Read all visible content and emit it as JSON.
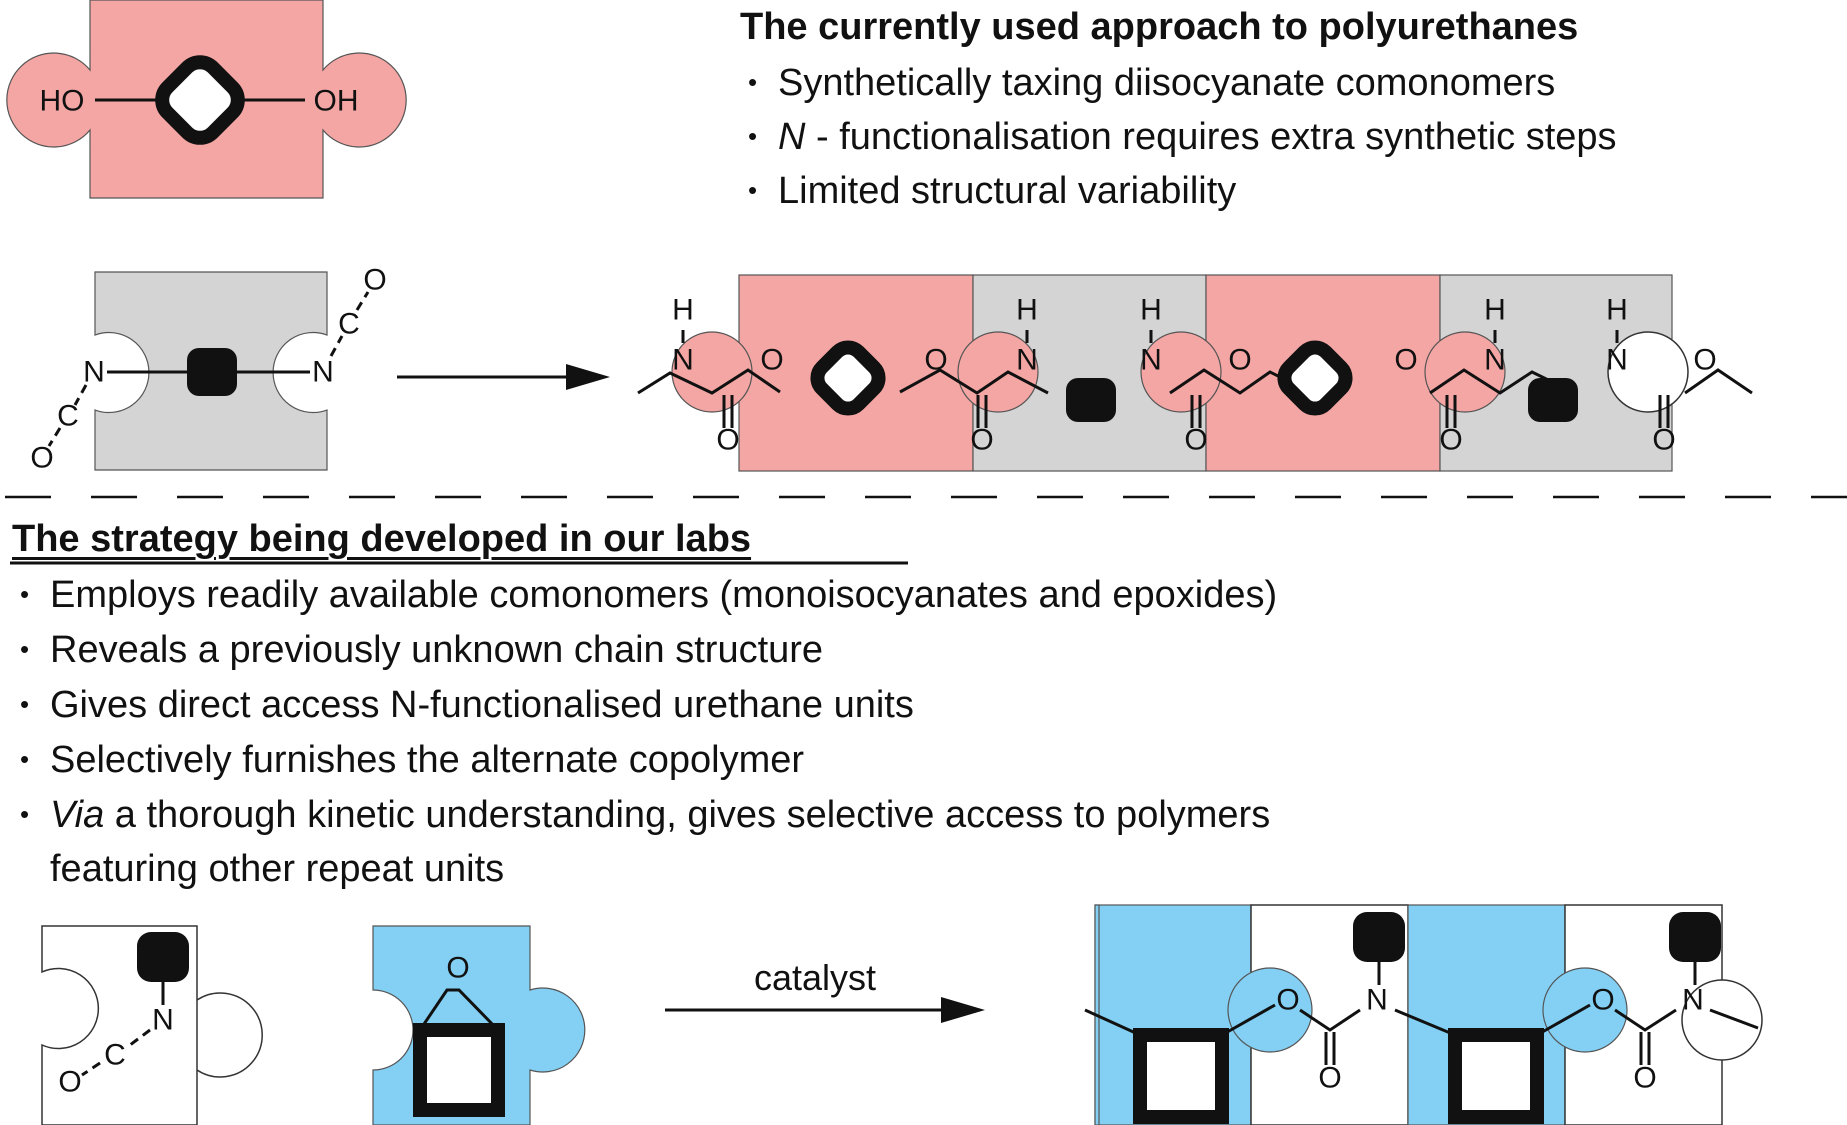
{
  "top": {
    "heading": "The currently used approach to polyurethanes",
    "bullets": [
      "Synthetically taxing diisocyanate comonomers",
      "N - functionalisation requires extra synthetic steps",
      "Limited structural variability"
    ]
  },
  "bottom": {
    "heading": "The strategy being developed in our labs",
    "bullets": [
      "Employs readily available comonomers (monoisocyanates and epoxides)",
      "Reveals a previously unknown chain structure",
      "Gives direct access N-functionalised urethane units",
      "Selectively furnishes the alternate copolymer",
      "Via a thorough kinetic understanding, gives selective access to polymers",
      "featuring other repeat units"
    ]
  },
  "atoms": {
    "ho": "HO",
    "oh": "OH",
    "n": "N",
    "c": "C",
    "o": "O",
    "h": "H"
  },
  "reaction": {
    "catalyst": "catalyst"
  },
  "colors": {
    "diol_piece": "#f4a6a4",
    "diisocyanate_piece": "#d4d4d4",
    "epoxide_piece": "#83d0f4",
    "isocyanate_piece": "#ffffff"
  },
  "icons": [
    "puzzle-piece",
    "reaction-arrow",
    "dashed-divider"
  ]
}
